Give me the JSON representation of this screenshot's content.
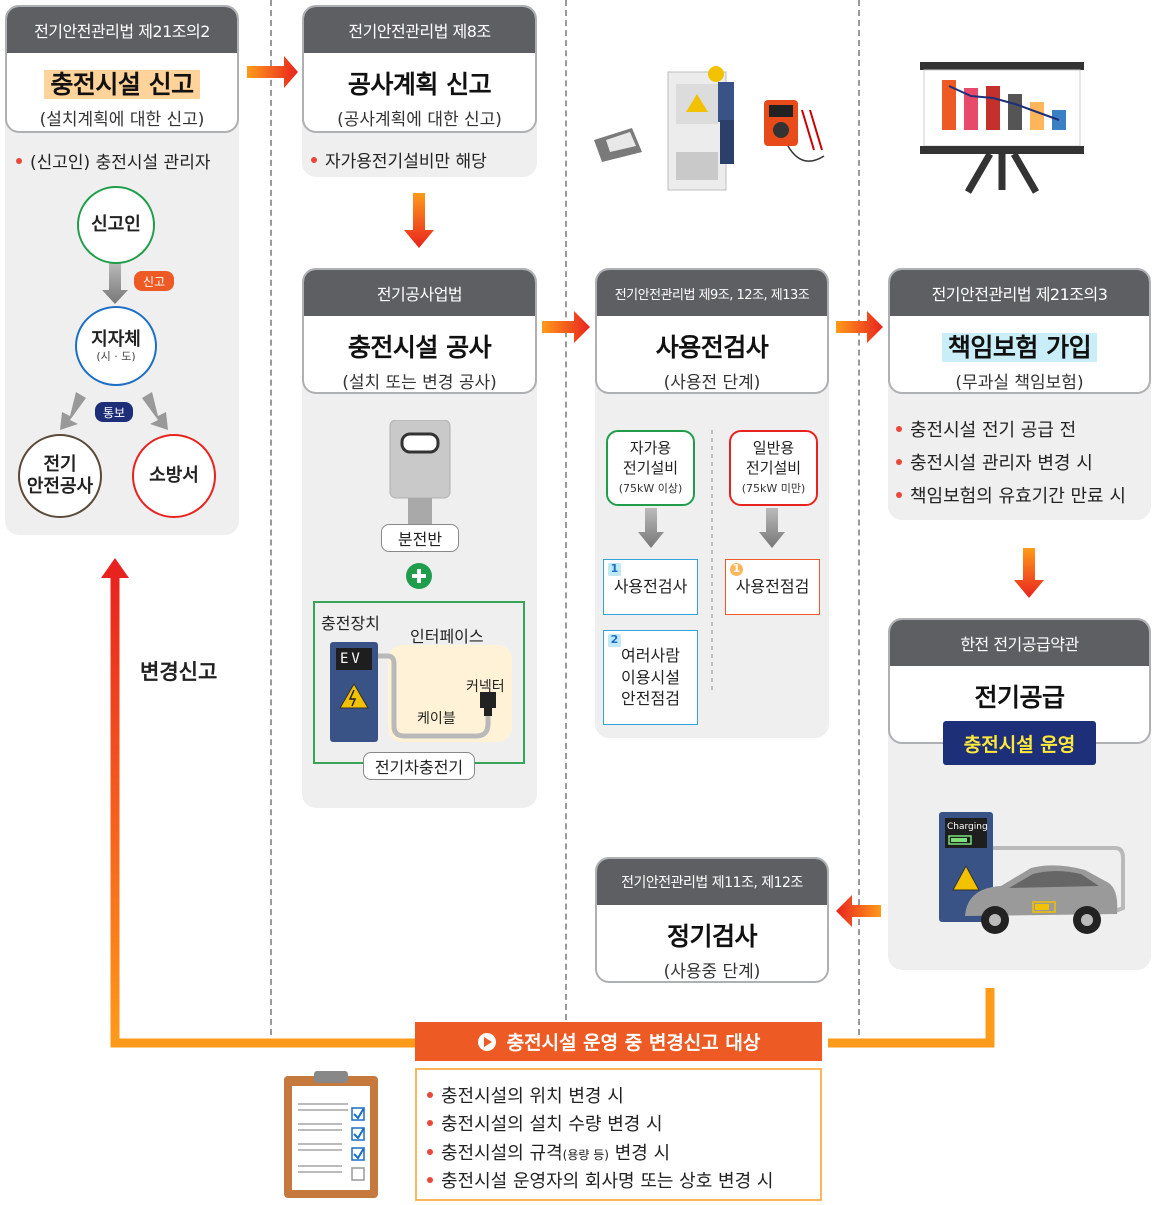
{
  "colors": {
    "accent_orange": "#ff7a1a",
    "accent_red": "#e8231f",
    "header_gray": "#5d5f63",
    "navy": "#1e2f7a",
    "green": "#1f9d4a",
    "blue": "#1c6fc4"
  },
  "col1": {
    "head": "전기안전관리법 제21조의2",
    "title": "충전시설 신고",
    "sub": "(설치계획에 대한 신고)",
    "bullet": "(신고인) 충전시설 관리자",
    "reporter": "신고인",
    "report_pill": "신고",
    "local_gov": "지자체",
    "local_gov_sub": "(시 · 도)",
    "notify_pill": "통보",
    "elec_corp_l1": "전기",
    "elec_corp_l2": "안전공사",
    "fire_station": "소방서"
  },
  "col2a": {
    "head": "전기안전관리법 제8조",
    "title": "공사계획 신고",
    "sub": "(공사계획에 대한 신고)",
    "bullet": "자가용전기설비만 해당"
  },
  "col2b": {
    "head": "전기공사업법",
    "title": "충전시설 공사",
    "sub": "(설치 또는 변경 공사)",
    "panelboard": "분전반",
    "charging_device": "충전장치",
    "interface": "인터페이스",
    "ev": "EV",
    "connector": "커넥터",
    "cable": "케이블",
    "ev_charger": "전기차충전기"
  },
  "col3a": {
    "head": "전기안전관리법 제9조, 12조, 제13조",
    "title": "사용전검사",
    "sub": "(사용전 단계)",
    "private_l1": "자가용",
    "private_l2": "전기설비",
    "private_l3": "(75kW 이상)",
    "general_l1": "일반용",
    "general_l2": "전기설비",
    "general_l3": "(75kW 미만)",
    "n1": "1",
    "pre_use_inspection": "사용전검사",
    "n2": "2",
    "multi_l1": "여러사람",
    "multi_l2": "이용시설",
    "multi_l3": "안전점검",
    "n1b": "1",
    "pre_use_check": "사용전점검"
  },
  "col3b": {
    "head": "전기안전관리법 제11조, 제12조",
    "title": "정기검사",
    "sub": "(사용중 단계)"
  },
  "col4a": {
    "head": "전기안전관리법 제21조의3",
    "title": "책임보험 가입",
    "sub": "(무과실 책임보험)",
    "bullets": [
      "충전시설 전기 공급 전",
      "충전시설 관리자 변경 시",
      "책임보험의 유효기간 만료 시"
    ]
  },
  "col4b": {
    "head": "한전 전기공급약관",
    "title": "전기공급",
    "operation": "충전시설 운영",
    "charging": "Charging"
  },
  "change_report": "변경신고",
  "bottom": {
    "banner": "충전시설 운영 중 변경신고 대상",
    "items": [
      {
        "text": "충전시설의 위치 변경 시",
        "small": "",
        "tail": ""
      },
      {
        "text": "충전시설의 설치 수량 변경 시",
        "small": "",
        "tail": ""
      },
      {
        "text": "충전시설의 규격",
        "small": "(용량 등)",
        "tail": " 변경 시"
      },
      {
        "text": "충전시설 운영자의 회사명 또는 상호 변경 시",
        "small": "",
        "tail": ""
      }
    ]
  }
}
